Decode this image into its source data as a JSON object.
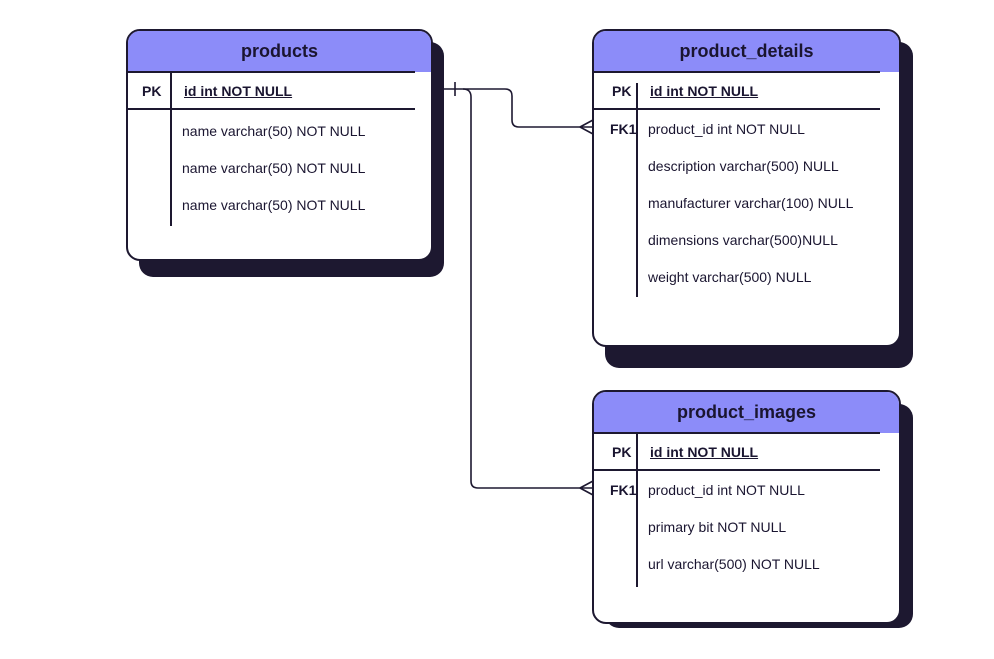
{
  "tables": {
    "products": {
      "title": "products",
      "pk_label": "PK",
      "pk_column": "id int NOT NULL",
      "columns": [
        "name varchar(50) NOT NULL",
        "name varchar(50) NOT NULL",
        "name varchar(50) NOT NULL"
      ]
    },
    "product_details": {
      "title": "product_details",
      "pk_label": "PK",
      "pk_column": "id int NOT NULL",
      "fk_label": "FK1",
      "columns": [
        "product_id int NOT NULL",
        "description varchar(500) NULL",
        "manufacturer varchar(100) NULL",
        "dimensions varchar(500)NULL",
        "weight varchar(500) NULL"
      ]
    },
    "product_images": {
      "title": "product_images",
      "pk_label": "PK",
      "pk_column": "id int NOT NULL",
      "fk_label": "FK1",
      "columns": [
        "product_id int NOT NULL",
        "primary bit NOT NULL",
        "url varchar(500) NOT NULL"
      ]
    }
  },
  "relationships": [
    {
      "from": "products.id",
      "to": "product_details.product_id",
      "from_cardinality": "one",
      "to_cardinality": "many"
    },
    {
      "from": "products.id",
      "to": "product_images.product_id",
      "from_cardinality": "one",
      "to_cardinality": "many"
    }
  ],
  "colors": {
    "header": "#8c8cf9",
    "border": "#1d1830",
    "shadow": "#1d1830",
    "background": "#ffffff"
  }
}
